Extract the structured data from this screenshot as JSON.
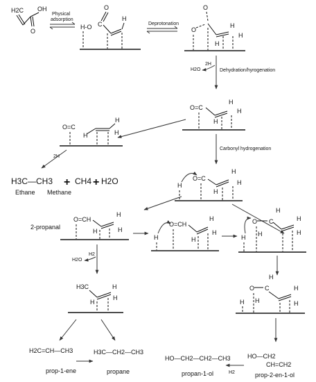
{
  "labels": {
    "physical_adsorption_1": "Physical",
    "physical_adsorption_2": "adsorption",
    "deprotonation": "Deprotonation",
    "two_h_1": "2H",
    "dehydration_hydrogenation": "Dehydration/hyrogenation",
    "carbonyl_hydrogenation": "Carbonyl hydrogenation",
    "two_h_2": "2H",
    "ethane_label": "Ethane",
    "methane_label": "Methane",
    "two_propanal": "2-propanal",
    "prop_1_ene": "prop-1-ene",
    "propane": "propane",
    "propan_1_ol": "propan-1-ol",
    "prop_2_en_1_ol": "prop-2-en-1-ol",
    "h2": "H2"
  },
  "formulas": {
    "acrylic_h2c": "H2C",
    "oh": "OH",
    "o": "O",
    "h": "H",
    "ho": "H-O",
    "c": "C",
    "h2o": "H2O",
    "ethane": "H3C—CH3",
    "plus": "+",
    "methane": "CH4",
    "water": "H2O",
    "o_eq_c": "O=C",
    "o_eq_ch": "O=CH",
    "o_eq_c_short": "O=",
    "h3c": "H3C",
    "propene": "H2C=CH—CH3",
    "propane_f": "H3C—CH2—CH3",
    "propanol": "HO—CH2—CH2—CH3",
    "propenol_top": "HO—CH2",
    "propenol_bot": "CH=CH2"
  }
}
